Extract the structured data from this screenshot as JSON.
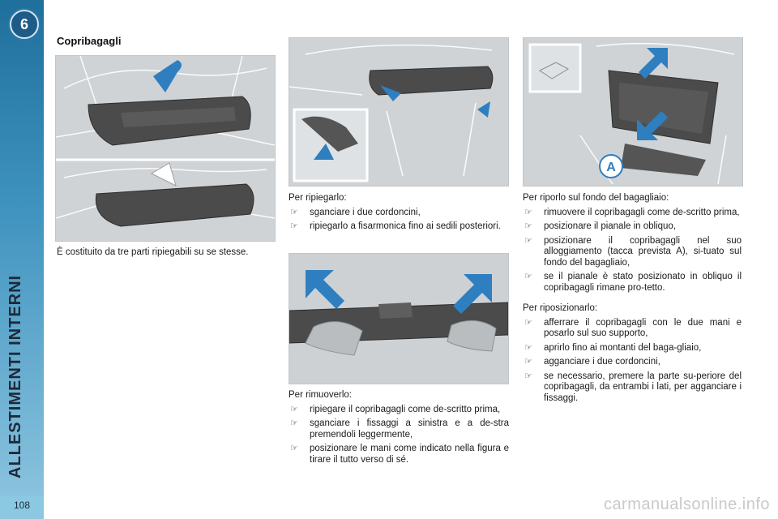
{
  "chapter": {
    "number": "6",
    "title": "ALLESTIMENTI INTERNI"
  },
  "page_number": "108",
  "section_title": "Copribagagli",
  "intro": "È costituito da tre parti ripiegabili su se stesse.",
  "fold": {
    "lead": "Per ripiegarlo:",
    "steps": [
      "sganciare i due cordoncini,",
      "ripiegarlo a fisarmonica fino ai sedili posteriori."
    ]
  },
  "remove": {
    "lead": "Per rimuoverlo:",
    "steps": [
      "ripiegare il copribagagli come de-scritto prima,",
      "sganciare i fissaggi a sinistra e a de-stra premendoli leggermente,",
      "posizionare le mani come indicato nella figura e tirare il tutto verso di sé."
    ]
  },
  "store": {
    "lead": "Per riporlo sul fondo del bagagliaio:",
    "steps": [
      "rimuovere il copribagagli come de-scritto prima,",
      "posizionare il pianale in obliquo,",
      "posizionare il copribagagli nel suo alloggiamento (tacca prevista A), si-tuato sul fondo del bagagliaio,",
      "se il pianale è stato posizionato in obliquo il copribagagli rimane pro-tetto."
    ]
  },
  "reposition": {
    "lead": "Per riposizionarlo:",
    "steps": [
      "afferrare il copribagagli con le due mani e posarlo sul suo supporto,",
      "aprirlo fino ai montanti del baga-gliaio,",
      "agganciare i due cordoncini,",
      "se necessario, premere la parte su-periore del copribagagli, da entrambi i lati, per agganciare i fissaggi."
    ]
  },
  "callout_label": "A",
  "bullet_glyph": "☞",
  "watermark": "carmanualsonline.info",
  "icons": [
    "chapter-badge-icon",
    "pointing-hand-icon",
    "arrow-icon"
  ],
  "colors": {
    "sidebar": "#3f93bf",
    "arrow": "#2f7fc0",
    "panel": "#4a4a4a"
  }
}
